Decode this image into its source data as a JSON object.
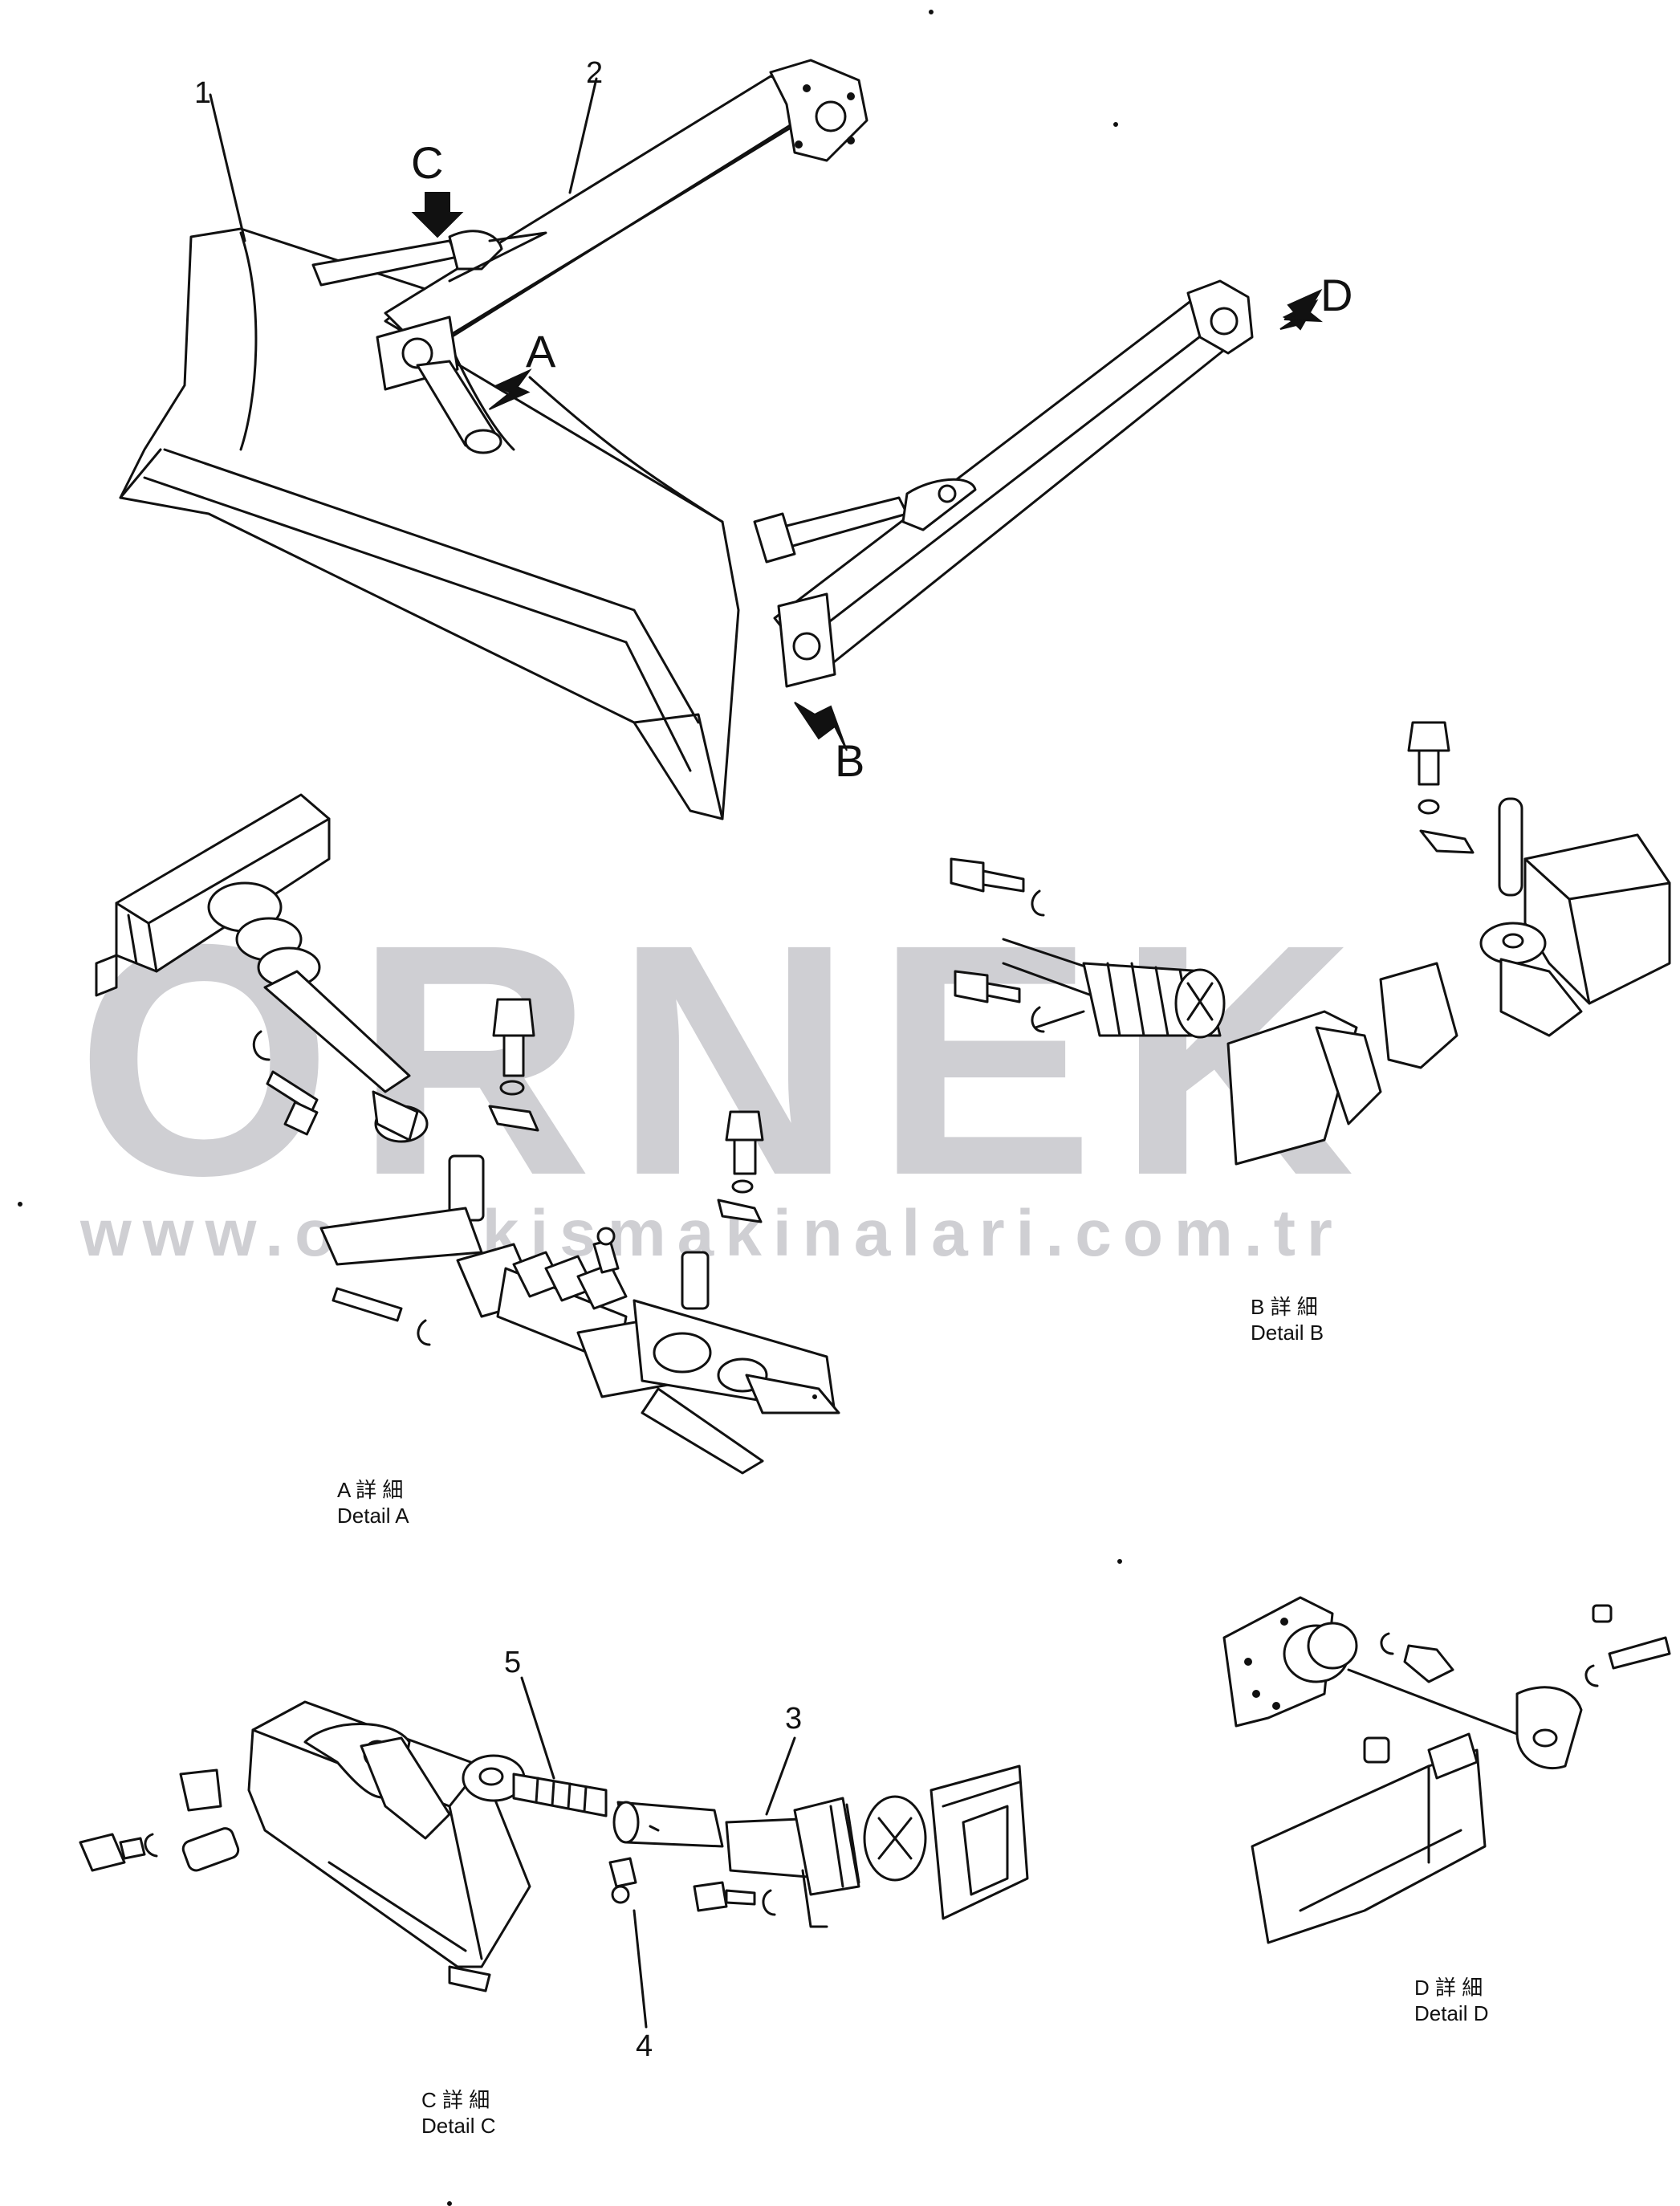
{
  "watermark": {
    "brand": "ORNEK",
    "url": "www.ornekismakinalari.com.tr"
  },
  "part_numbers": [
    "1",
    "2",
    "3",
    "4",
    "5"
  ],
  "view_arrows": [
    "A",
    "B",
    "C",
    "D"
  ],
  "details": {
    "a": {
      "jp": "A 詳 細",
      "en": "Detail A"
    },
    "b": {
      "jp": "B 詳 細",
      "en": "Detail B"
    },
    "c": {
      "jp": "C 詳 細",
      "en": "Detail C"
    },
    "d": {
      "jp": "D 詳 細",
      "en": "Detail D"
    }
  },
  "colors": {
    "line": "#111111",
    "watermark": "#cfcfd3",
    "background": "#ffffff"
  }
}
